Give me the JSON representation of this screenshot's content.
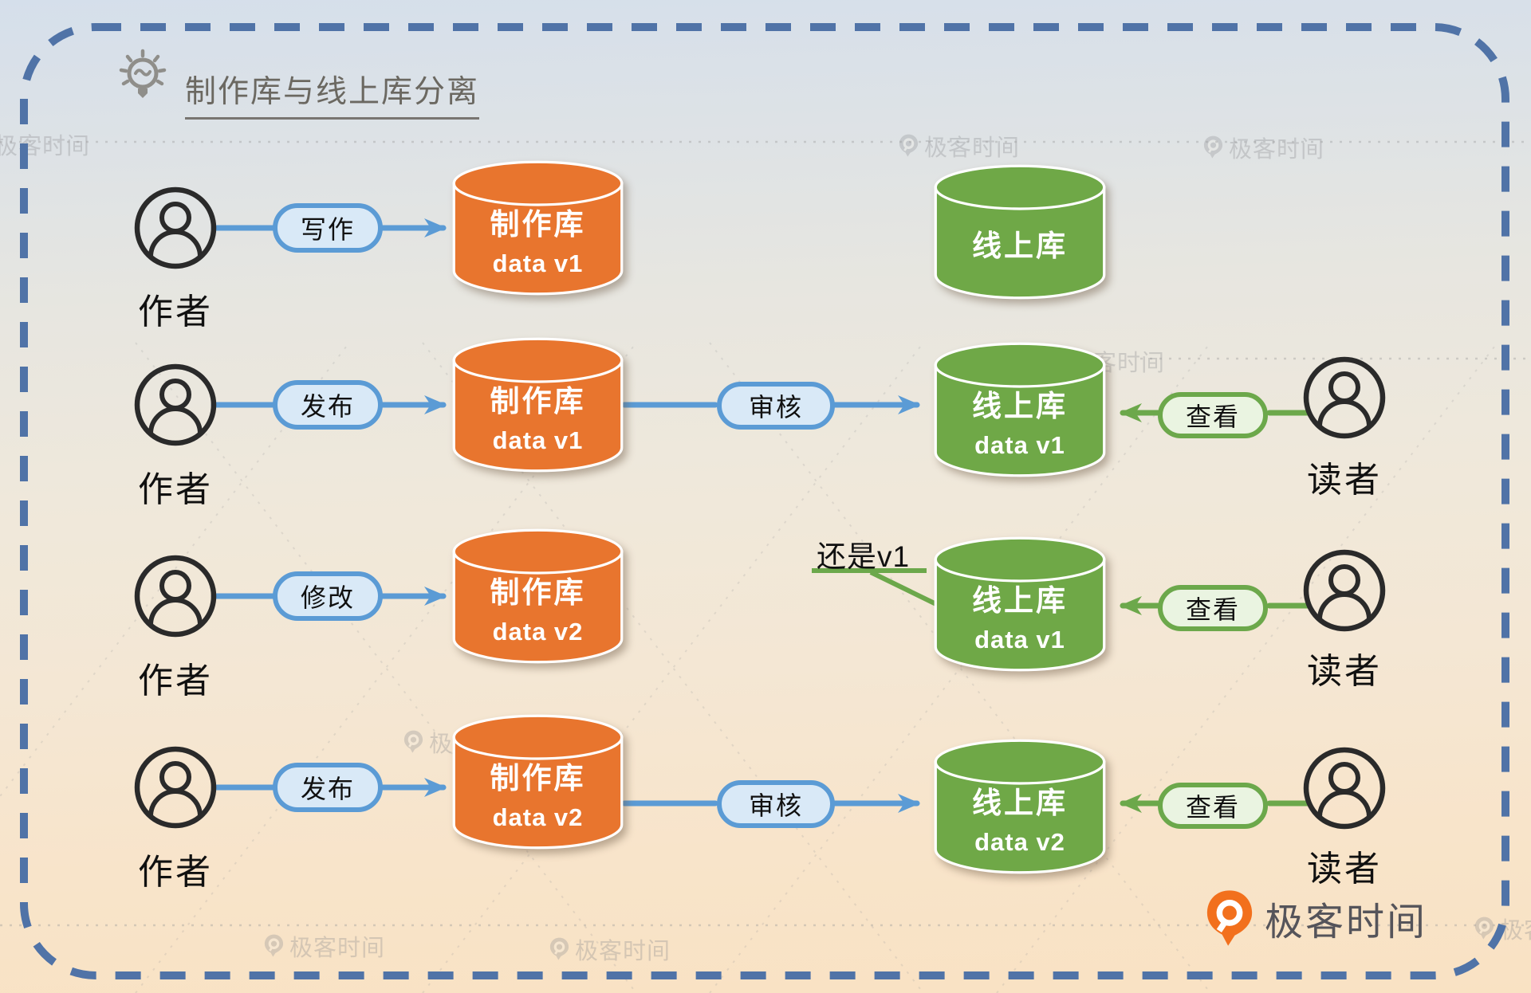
{
  "canvas": {
    "title": "制作库与线上库分离",
    "watermark_text": "极客时间",
    "brand_name": "极客时间"
  },
  "rows": [
    {
      "actor": "作者",
      "action": "写作",
      "prod_db": {
        "name": "制作库",
        "version": "data v1"
      },
      "online_db": {
        "name": "线上库",
        "version": ""
      }
    },
    {
      "actor": "作者",
      "action": "发布",
      "review": "审核",
      "view": "查看",
      "reader": "读者",
      "prod_db": {
        "name": "制作库",
        "version": "data v1"
      },
      "online_db": {
        "name": "线上库",
        "version": "data v1"
      }
    },
    {
      "actor": "作者",
      "action": "修改",
      "view": "查看",
      "reader": "读者",
      "note": "还是v1",
      "prod_db": {
        "name": "制作库",
        "version": "data v2"
      },
      "online_db": {
        "name": "线上库",
        "version": "data v1"
      }
    },
    {
      "actor": "作者",
      "action": "发布",
      "review": "审核",
      "view": "查看",
      "reader": "读者",
      "prod_db": {
        "name": "制作库",
        "version": "data v2"
      },
      "online_db": {
        "name": "线上库",
        "version": "data v2"
      }
    }
  ],
  "colors": {
    "prod_db_fill": "#E8752E",
    "online_db_fill": "#6FA847",
    "flow_blue": "#5B9BD5",
    "flow_green": "#6CA84B",
    "frame_dash": "#5073A7"
  }
}
